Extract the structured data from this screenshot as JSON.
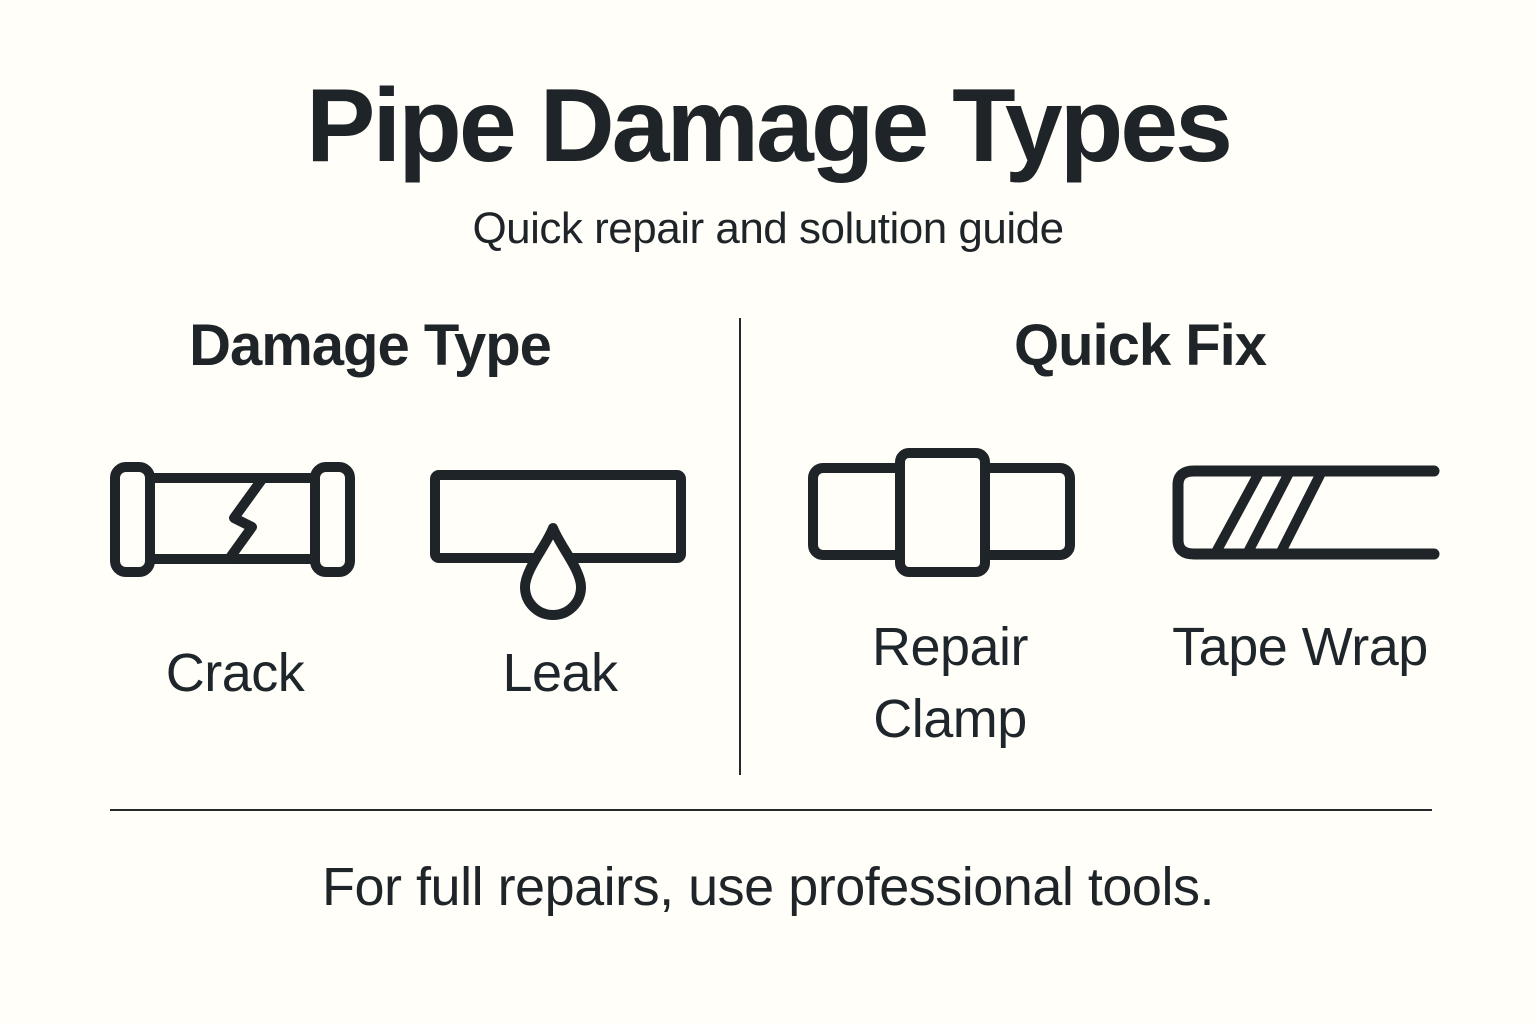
{
  "page": {
    "background_color": "#FFFEF8",
    "ink_color": "#1F2428",
    "divider_color": "#26292B"
  },
  "header": {
    "title": "Pipe Damage Types",
    "subtitle": "Quick repair and solution guide"
  },
  "columns": [
    {
      "header": "Damage Type",
      "items": [
        {
          "label": "Crack",
          "icon": "cracked-pipe-icon"
        },
        {
          "label": "Leak",
          "icon": "leaking-pipe-icon"
        }
      ]
    },
    {
      "header": "Quick Fix",
      "items": [
        {
          "label": "Repair Clamp",
          "icon": "repair-clamp-icon"
        },
        {
          "label": "Tape Wrap",
          "icon": "tape-wrap-icon"
        }
      ]
    }
  ],
  "footer": {
    "note": "For full repairs, use professional tools."
  }
}
